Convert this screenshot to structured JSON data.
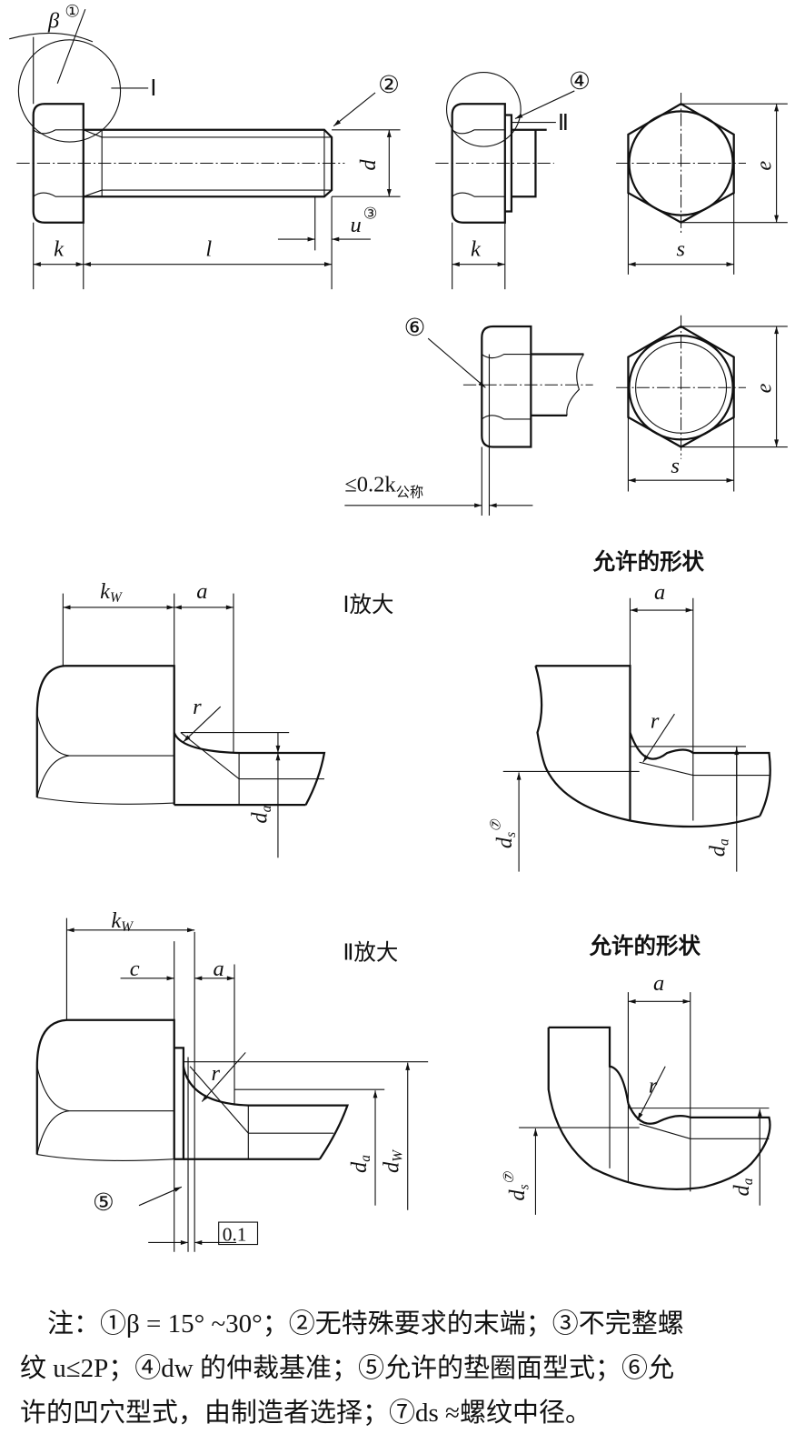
{
  "labels": {
    "beta": "β",
    "circle1": "①",
    "circle2": "②",
    "circle3": "③",
    "circle4": "④",
    "circle5": "⑤",
    "circle6": "⑥",
    "circle7": "⑦",
    "detail_I": "Ⅰ",
    "detail_II": "Ⅱ",
    "d": "d",
    "k": "k",
    "l": "l",
    "u": "u",
    "e": "e",
    "s": "s",
    "k_w": "k",
    "w": "W",
    "a": "a",
    "r": "r",
    "c": "c",
    "d_a": "d",
    "a_sub": "a",
    "d_s": "d",
    "s_sub": "s",
    "d_w": "d",
    "head_recess": "≤0.2k",
    "nominal": "公称",
    "tolerance_box": "0.1"
  },
  "titles": {
    "enlarge_I": "Ⅰ放大",
    "enlarge_II": "Ⅱ放大",
    "allowed_shape_1": "允许的形状",
    "allowed_shape_2": "允许的形状"
  },
  "notes": {
    "line1": "注：①β = 15° ~30°；②无特殊要求的末端；③不完整螺",
    "line2": "纹 u≤2P；④dw 的仲裁基准；⑤允许的垫圈面型式；⑥允",
    "line3": "许的凹穴型式，由制造者选择；⑦ds ≈螺纹中径。"
  }
}
